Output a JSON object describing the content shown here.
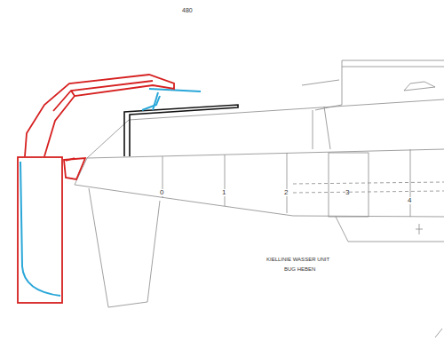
{
  "diagram": {
    "labels": [
      "480",
      "0",
      "1",
      "2",
      "3",
      "4",
      "KIELLINIE  WASSER UNIT",
      "BUG HEBEN"
    ]
  }
}
